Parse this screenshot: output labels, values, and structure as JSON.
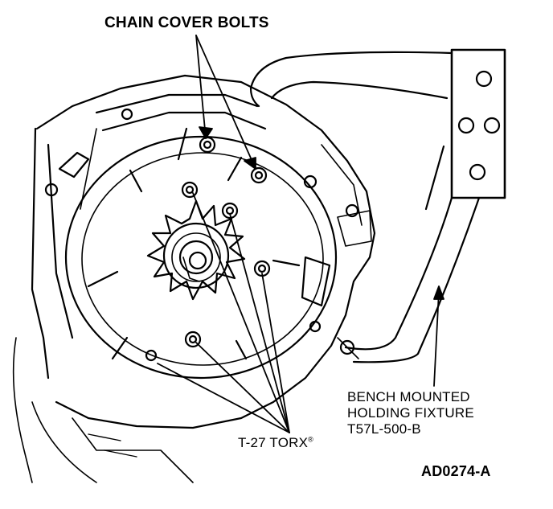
{
  "callouts": {
    "chain_cover_bolts": "CHAIN COVER BOLTS",
    "torx": "T-27 TORX",
    "torx_mark": "®",
    "fixture_line1": "BENCH MOUNTED",
    "fixture_line2": "HOLDING FIXTURE",
    "fixture_line3": "T57L-500-B"
  },
  "figure_code": "AD0274-A",
  "colors": {
    "ink": "#000000",
    "paper": "#ffffff"
  }
}
